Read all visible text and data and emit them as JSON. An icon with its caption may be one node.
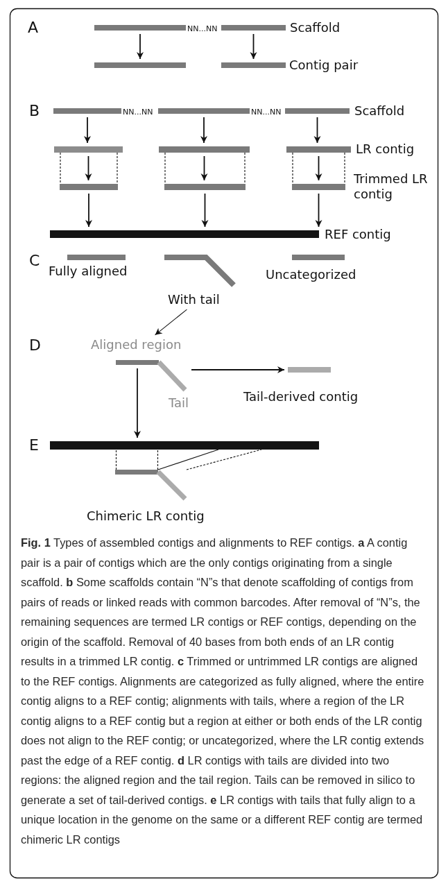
{
  "diagram": {
    "caption": "**Fig. 1** Types of assembled contigs and alignments to REF contigs. **a** A contig pair is a pair of contigs which are the only contigs originating from a single scaffold. **b** Some scaffolds contain “N”s that denote scaffolding of contigs from pairs of reads or linked reads with common barcodes. After removal of “N”s, the remaining sequences are termed LR contigs or REF contigs, depending on the origin of the scaffold. Removal of 40 bases from both ends of an LR contig results in a trimmed LR contig. **c** Trimmed or untrimmed LR contigs are aligned to the REF contigs. Alignments are categorized as fully aligned, where the entire contig aligns to a REF contig; alignments with tails, where a region of the LR contig aligns to a REF contig but a region at either or both ends of the LR contig does not align to the REF contig; or uncategorized, where the LR contig extends past the edge of a REF contig. **d** LR contigs with tails are divided into two regions: the aligned region and the tail region. Tails can be removed in silico to generate a set of tail-derived contigs. **e** LR contigs with tails that fully align to a unique location in the genome on the same or a different REF contig are termed chimeric LR contigs",
    "nodes": [
      {
        "text": [],
        "shape": "bar"
      },
      {
        "text": [],
        "shape": "bar",
        "beside": [
          "Scaffold"
        ]
      },
      {
        "text": [],
        "shape": "bar"
      },
      {
        "text": [],
        "shape": "bar",
        "beside": [
          "Contig pair"
        ]
      },
      {
        "text": [],
        "shape": "bar"
      },
      {
        "text": [],
        "shape": "bar"
      },
      {
        "text": [],
        "shape": "bar",
        "beside": [
          "Scaffold"
        ]
      },
      {
        "text": [],
        "shape": "bar"
      },
      {
        "text": [],
        "shape": "bar"
      },
      {
        "text": [],
        "shape": "bar",
        "beside": [
          "LR contig"
        ]
      },
      {
        "text": [],
        "shape": "bar"
      },
      {
        "text": [],
        "shape": "bar"
      },
      {
        "text": [],
        "shape": "bar",
        "beside": [
          "Trimmed LR contig"
        ]
      },
      {
        "text": [],
        "shape": "bar",
        "beside": [
          "REF contig"
        ]
      },
      {
        "text": [],
        "shape": "bar",
        "beside": [
          "Fully aligned"
        ]
      },
      {
        "text": [],
        "shape": "bar"
      },
      {
        "text": [],
        "shape": "bar",
        "beside": [
          "Uncategorized"
        ]
      },
      {
        "text": [
          "With tail"
        ]
      },
      {
        "text": [
          "Aligned region"
        ]
      },
      {
        "text": [],
        "shape": "bar"
      },
      {
        "text": [],
        "shape": "bar",
        "beside": [
          "Tail"
        ]
      },
      {
        "text": [],
        "shape": "bar",
        "beside": [
          "Tail-derived contig"
        ]
      },
      {
        "text": [],
        "shape": "bar"
      },
      {
        "text": [],
        "shape": "bar"
      },
      {
        "text": [],
        "shape": "bar"
      }
    ],
    "edges": [
      {
        "from": 0,
        "to": 2,
        "arrow": "to"
      },
      {
        "from": 1,
        "to": 3,
        "arrow": "to"
      },
      {
        "from": 4,
        "to": 7,
        "arrow": "to"
      },
      {
        "from": 5,
        "to": 8,
        "arrow": "to"
      },
      {
        "from": 6,
        "to": 9,
        "arrow": "to"
      },
      {
        "from": 7,
        "to": 10,
        "arrow": "to"
      },
      {
        "from": 8,
        "to": 11,
        "arrow": "to"
      },
      {
        "from": 9,
        "to": 12,
        "arrow": "to"
      },
      {
        "from": 10,
        "to": 13,
        "arrow": "to"
      },
      {
        "from": 11,
        "to": 13,
        "arrow": "to"
      },
      {
        "from": 12,
        "to": 13,
        "arrow": "to"
      },
      {
        "from": 17,
        "to": 18,
        "arrow": "to"
      },
      {
        "from": 20,
        "to": 21,
        "arrow": "to"
      },
      {
        "from": 19,
        "to": 22,
        "arrow": "to"
      },
      {
        "from": 7,
        "to": 10,
        "arrow": "none",
        "style": "dashed"
      },
      {
        "from": 7,
        "to": 10,
        "arrow": "none",
        "style": "dashed"
      },
      {
        "from": 8,
        "to": 11,
        "arrow": "none",
        "style": "dashed"
      },
      {
        "from": 8,
        "to": 11,
        "arrow": "none",
        "style": "dashed"
      },
      {
        "from": 9,
        "to": 12,
        "arrow": "none",
        "style": "dashed"
      },
      {
        "from": 9,
        "to": 12,
        "arrow": "none",
        "style": "dashed"
      },
      {
        "from": 23,
        "to": 22,
        "arrow": "none",
        "style": "dashed"
      },
      {
        "from": 23,
        "to": 22,
        "arrow": "none",
        "style": "dashed"
      },
      {
        "from": 23,
        "to": 22,
        "arrow": "none"
      },
      {
        "from": 24,
        "to": 22,
        "arrow": "none",
        "style": "dashed"
      }
    ],
    "labels": [
      "A",
      "NN...NN",
      "B",
      "NN...NN",
      "NN...NN",
      "C",
      "D",
      "E",
      "Chimeric LR contig"
    ]
  }
}
